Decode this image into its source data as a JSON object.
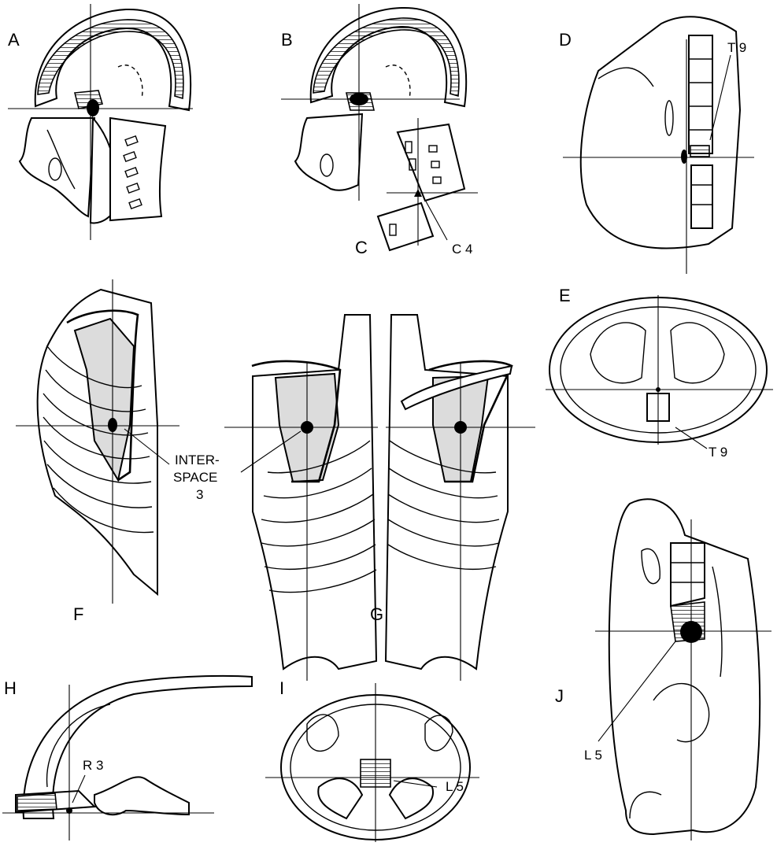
{
  "panels": {
    "a": {
      "letter": "A"
    },
    "b": {
      "letter": "B"
    },
    "c": {
      "letter": "C",
      "annotation": "C 4"
    },
    "d": {
      "letter": "D",
      "annotation": "T 9"
    },
    "e": {
      "letter": "E",
      "annotation": "T 9"
    },
    "f": {
      "letter": "F",
      "annotation_lines": [
        "INTER-",
        "SPACE",
        "3"
      ]
    },
    "g": {
      "letter": "G"
    },
    "h": {
      "letter": "H",
      "annotation": "R 3"
    },
    "i": {
      "letter": "I",
      "annotation": "L 5"
    },
    "j": {
      "letter": "J",
      "annotation": "L 5"
    }
  }
}
